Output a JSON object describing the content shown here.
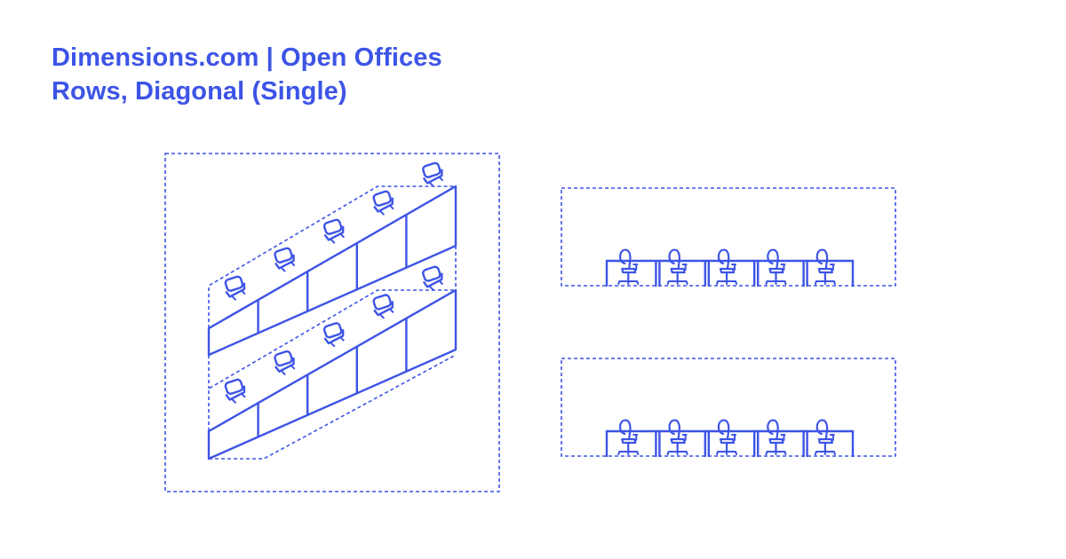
{
  "header": {
    "title": "Dimensions.com | Open Offices",
    "subtitle": "Rows, Diagonal (Single)"
  },
  "colors": {
    "line": "#3d54e6",
    "background": "#ffffff"
  },
  "drawing": {
    "isometric_view": {
      "rows": 2,
      "desks_per_row": 5
    },
    "elevation_views": {
      "count": 2,
      "desks_per_view": 5
    }
  }
}
